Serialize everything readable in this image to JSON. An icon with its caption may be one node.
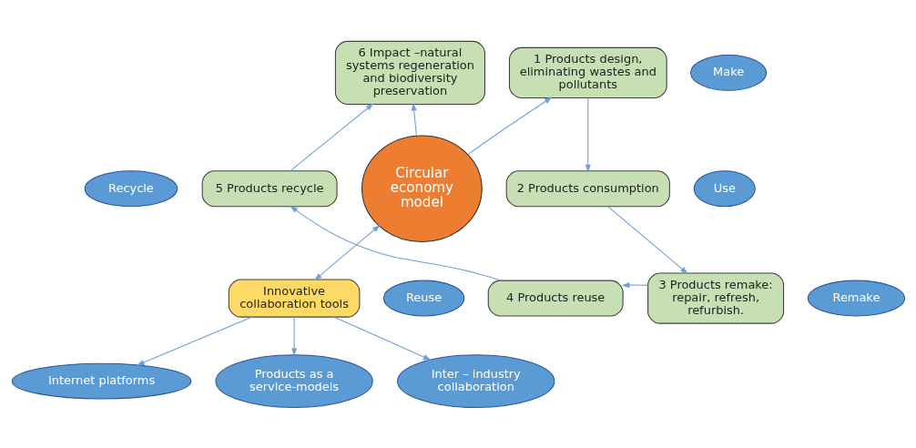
{
  "diagram": {
    "nodes": [
      {
        "text": [
          "6 Impact –natural systems regeneration and biodiversity preservation"
        ]
      },
      {
        "text": [
          "1 Products design, eliminating wastes and pollutants"
        ]
      },
      {
        "text": [
          "Make"
        ]
      },
      {
        "text": [
          "Circular economy model"
        ]
      },
      {
        "text": [
          "Recycle"
        ]
      },
      {
        "text": [
          "5 Products recycle"
        ]
      },
      {
        "text": [
          "2 Products consumption"
        ]
      },
      {
        "text": [
          "Use"
        ]
      },
      {
        "text": [
          "Reuse"
        ]
      },
      {
        "text": [
          "4 Products reuse"
        ]
      },
      {
        "text": [
          "3 Products remake: repair, refresh, refurbish."
        ]
      },
      {
        "text": [
          "Remake"
        ]
      },
      {
        "text": [
          "Innovative collaboration tools"
        ]
      },
      {
        "text": [
          "Internet platforms"
        ]
      },
      {
        "text": [
          "Products as a service-models"
        ]
      },
      {
        "text": [
          "Inter – industry collaboration"
        ]
      }
    ],
    "edges": [
      {
        "from": 3,
        "to": 0,
        "arrow": "to"
      },
      {
        "from": 3,
        "to": 1,
        "arrow": "to"
      },
      {
        "from": 1,
        "to": 6,
        "arrow": "to"
      },
      {
        "from": 6,
        "to": 10,
        "arrow": "to"
      },
      {
        "from": 10,
        "to": 9,
        "arrow": "to"
      },
      {
        "from": 9,
        "to": 5,
        "arrow": "to"
      },
      {
        "from": 5,
        "to": 0,
        "arrow": "to"
      },
      {
        "from": 3,
        "to": 12,
        "arrow": "both"
      },
      {
        "from": 12,
        "to": 13,
        "arrow": "to"
      },
      {
        "from": 12,
        "to": 14,
        "arrow": "to"
      },
      {
        "from": 12,
        "to": 15,
        "arrow": "to"
      }
    ]
  }
}
